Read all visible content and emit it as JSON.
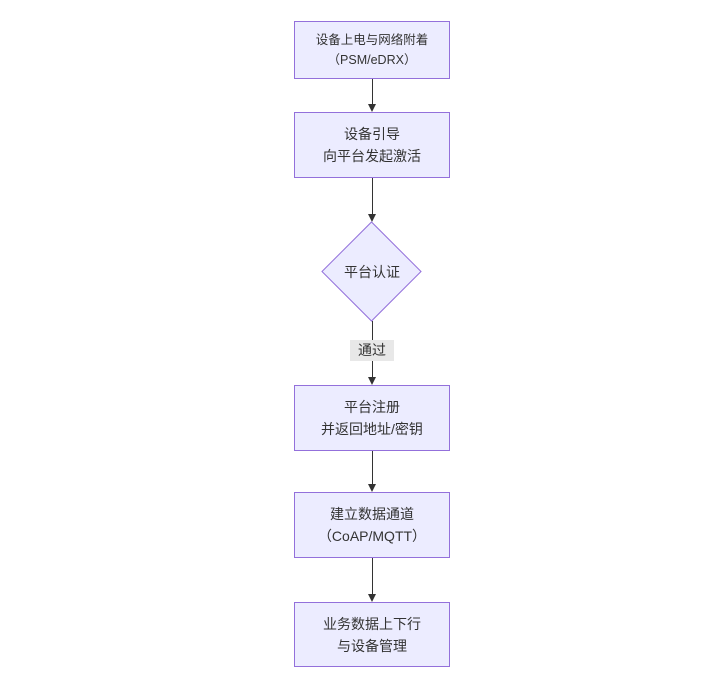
{
  "diagram": {
    "type": "flowchart-vertical",
    "colors": {
      "background": "#ffffff",
      "node_fill": "#ECECFF",
      "node_border": "#9370DB",
      "text": "#333333",
      "edge_line": "#333333",
      "edge_label_bg": "#e8e8e8"
    },
    "nodes": [
      {
        "id": "power-attach",
        "shape": "rect",
        "lines": [
          "设备上电与网络附着",
          "（PSM/eDRX）"
        ]
      },
      {
        "id": "bootstrap",
        "shape": "rect",
        "lines": [
          "设备引导",
          "向平台发起激活"
        ]
      },
      {
        "id": "platform-auth",
        "shape": "diamond",
        "lines": [
          "平台认证"
        ]
      },
      {
        "id": "platform-register",
        "shape": "rect",
        "lines": [
          "平台注册",
          "并返回地址/密钥"
        ]
      },
      {
        "id": "data-channel",
        "shape": "rect",
        "lines": [
          "建立数据通道",
          "（CoAP/MQTT）"
        ]
      },
      {
        "id": "business-data",
        "shape": "rect",
        "lines": [
          "业务数据上下行",
          "与设备管理"
        ]
      }
    ],
    "edges": [
      {
        "from": "power-attach",
        "to": "bootstrap",
        "label": ""
      },
      {
        "from": "bootstrap",
        "to": "platform-auth",
        "label": ""
      },
      {
        "from": "platform-auth",
        "to": "platform-register",
        "label": "通过"
      },
      {
        "from": "platform-register",
        "to": "data-channel",
        "label": ""
      },
      {
        "from": "data-channel",
        "to": "business-data",
        "label": ""
      }
    ]
  }
}
